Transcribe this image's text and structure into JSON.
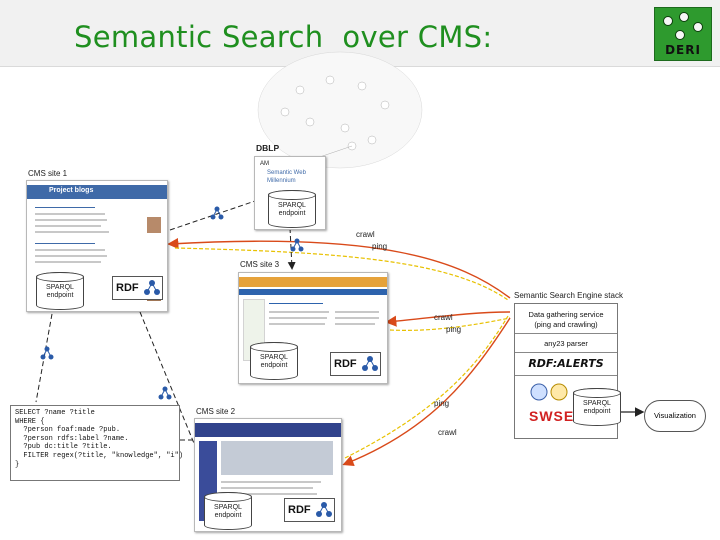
{
  "slide": {
    "title": "Semantic Search  over CMS:",
    "logo_text": "DERI"
  },
  "dblp": {
    "label": "DBLP",
    "entry_lines": [
      "AM",
      "Semantic Web",
      "Millennium"
    ],
    "endpoint": "SPARQL endpoint"
  },
  "cms1": {
    "label": "CMS site 1",
    "banner": "Project blogs",
    "endpoint": "SPARQL endpoint",
    "rdf": "RDF"
  },
  "cms3": {
    "label": "CMS site 3",
    "endpoint": "SPARQL endpoint",
    "rdf": "RDF"
  },
  "cms2": {
    "label": "CMS site 2",
    "endpoint": "SPARQL endpoint",
    "rdf": "RDF"
  },
  "edges": {
    "crawl": "crawl",
    "ping": "ping"
  },
  "engine": {
    "label": "Semantic Search Engine stack",
    "rows": [
      "Data gathering service (ping and crawling)",
      "any23 parser",
      "RDF:ALERTS"
    ],
    "swse": "SWSE",
    "endpoint": "SPARQL endpoint"
  },
  "visualization": "Visualization",
  "query": {
    "lines": [
      "SELECT ?name ?title",
      "WHERE {",
      "  ?person foaf:made ?pub.",
      "  ?person rdfs:label ?name.",
      "  ?pub dc:title ?title.",
      "  FILTER regex(?title, \"knowledge\", \"i\")",
      "}"
    ]
  },
  "colors": {
    "title": "#1f8f1f",
    "logo": "#2e9a2e",
    "crawl_edge": "#d94a1a",
    "ping_edge": "#e8c100",
    "header_bar": "#3f6aa8",
    "alerts": "#c41010"
  }
}
